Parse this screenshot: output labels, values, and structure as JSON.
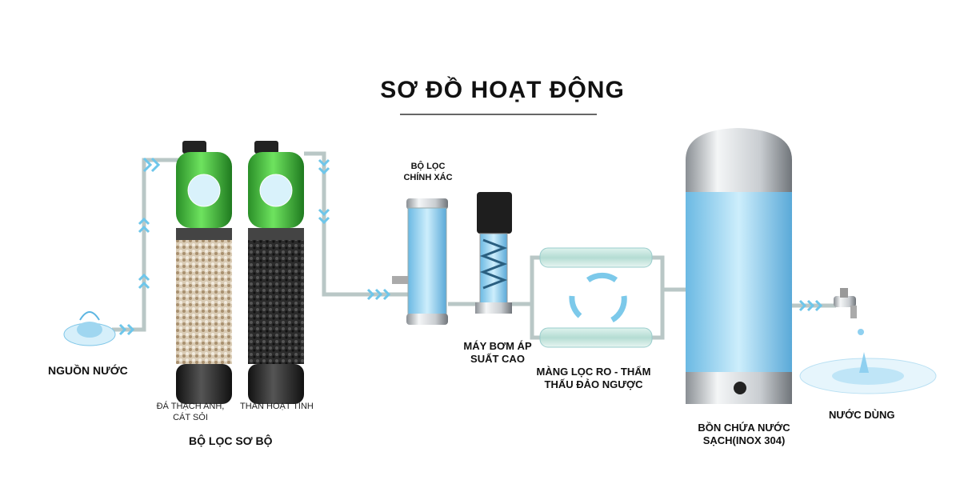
{
  "title": "SƠ ĐỒ HOẠT ĐỘNG",
  "stages": {
    "source": "NGUỒN NƯỚC",
    "pre_filter_media_1": "ĐÁ THẠCH ANH, CÁT SỎI",
    "pre_filter_media_2": "THAN HOẠT TÍNH",
    "pre_filter": "BỘ LỌC SƠ BỘ",
    "precision_filter": "BỘ LỌC CHÍNH XÁC",
    "pump": "MÁY BƠM ÁP SUẤT CAO",
    "ro_membrane": "MÀNG LỌC RO - THẨM THẤU ĐẢO NGƯỢC",
    "storage_tank": "BỒN CHỨA NƯỚC SẠCH(INOX 304)",
    "output": "NƯỚC DÙNG"
  },
  "colors": {
    "pipe": "#b9c7c6",
    "arrow": "#6ec6ea",
    "tank_green": "#3fb53a",
    "water": "#8fd0f0"
  }
}
